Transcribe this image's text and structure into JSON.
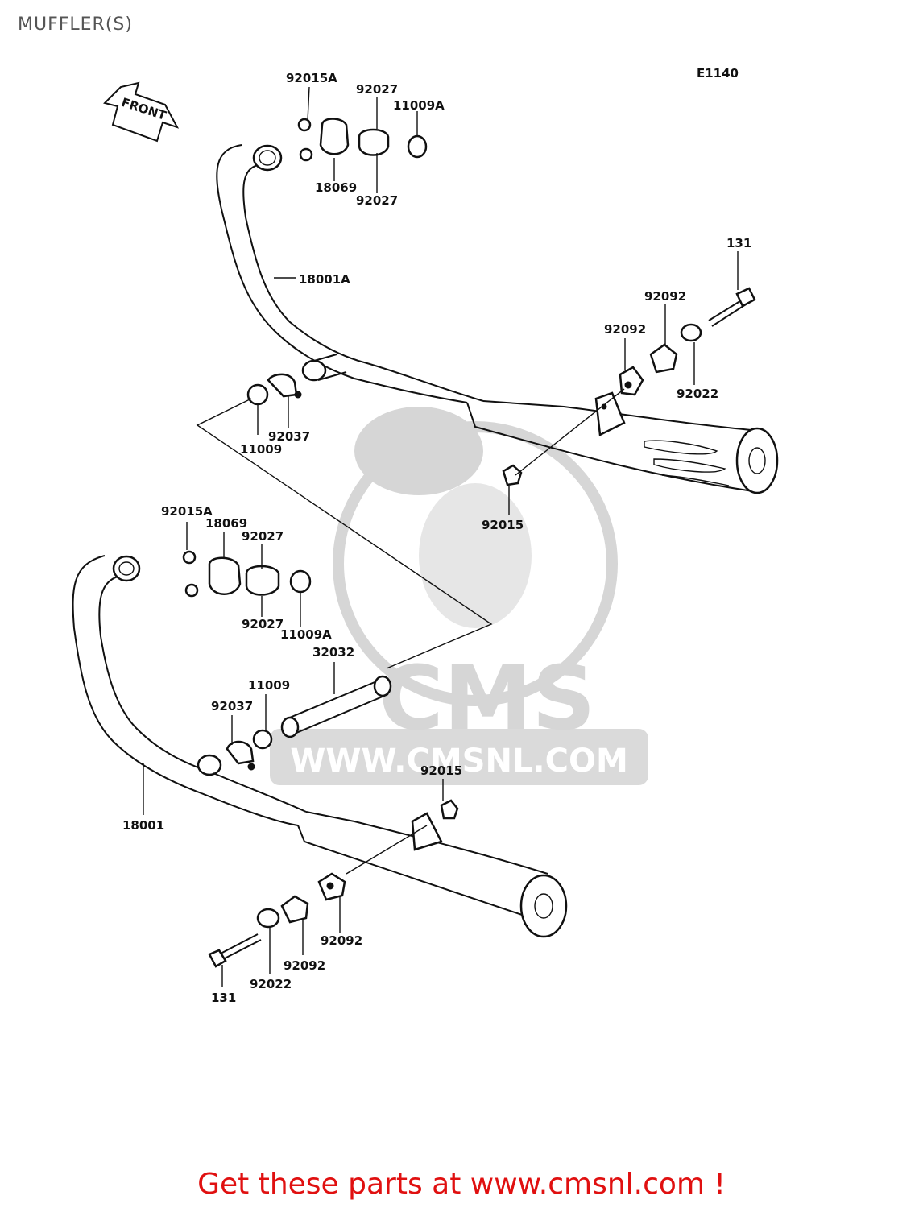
{
  "page": {
    "title": "MUFFLER(S)",
    "diagram_code": "E1140",
    "front_arrow": "FRONT"
  },
  "labels": {
    "p92015A_top": "92015A",
    "p92027_top_a": "92027",
    "p11009A_top": "11009A",
    "p18069_top": "18069",
    "p92027_top_b": "92027",
    "p18001A": "18001A",
    "p131_top": "131",
    "p92092_top_a": "92092",
    "p92092_top_b": "92092",
    "p92022_top": "92022",
    "p11009_top": "11009",
    "p92037_top": "92037",
    "p92015_top": "92015",
    "p92015A_bot": "92015A",
    "p18069_bot": "18069",
    "p92027_bot_a": "92027",
    "p92027_bot_b": "92027",
    "p11009A_bot": "11009A",
    "p32032": "32032",
    "p11009_bot": "11009",
    "p92037_bot": "92037",
    "p92015_bot": "92015",
    "p18001": "18001",
    "p92092_bot_a": "92092",
    "p92092_bot_b": "92092",
    "p92022_bot": "92022",
    "p131_bot": "131"
  },
  "watermark": {
    "logo_text": "CMS",
    "url_text": "WWW.CMSNL.COM"
  },
  "footer": {
    "text": "Get these parts at www.cmsnl.com !"
  },
  "colors": {
    "footer_text": "#e01010",
    "title_text": "#555555",
    "watermark": "#d6d6d6"
  }
}
